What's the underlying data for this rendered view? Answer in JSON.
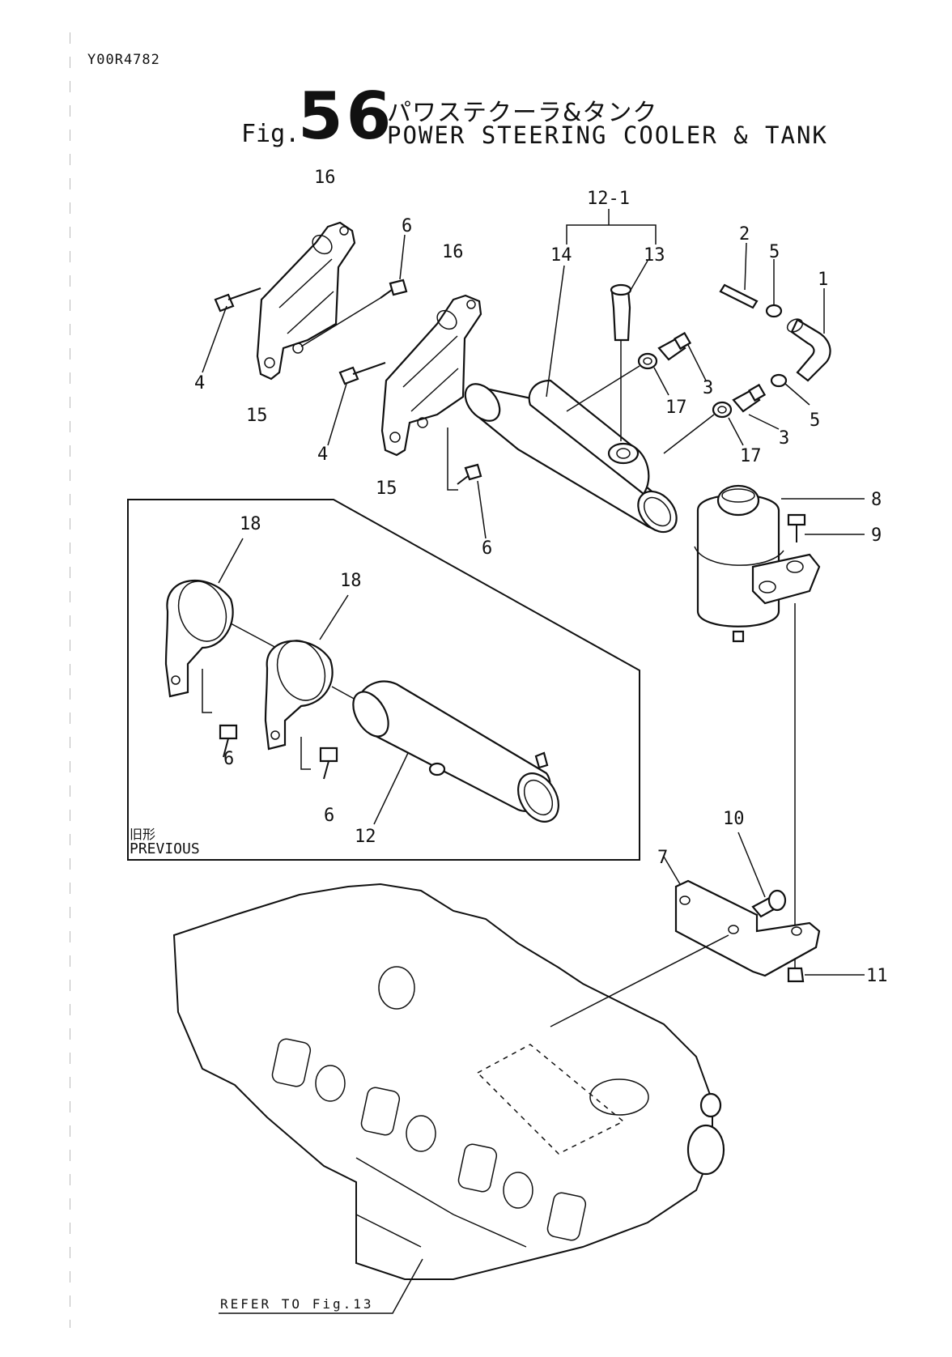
{
  "doc_id": "Y00R4782",
  "figure": {
    "prefix": "Fig.",
    "number": "56",
    "title_jp": "パワステクーラ&タンク",
    "title_en": "POWER STEERING COOLER & TANK"
  },
  "callouts": {
    "p1": "1",
    "p2": "2",
    "p3a": "3",
    "p3b": "3",
    "p4a": "4",
    "p4b": "4",
    "p5a": "5",
    "p5b": "5",
    "p6a": "6",
    "p6b": "6",
    "p6c": "6",
    "p6d": "6",
    "p7": "7",
    "p8": "8",
    "p9": "9",
    "p10": "10",
    "p11": "11",
    "p12": "12",
    "p12_1": "12-1",
    "p13": "13",
    "p14": "14",
    "p15a": "15",
    "p15b": "15",
    "p16a": "16",
    "p16b": "16",
    "p17a": "17",
    "p17b": "17",
    "p18a": "18",
    "p18b": "18"
  },
  "previous_box": {
    "label_jp": "旧形",
    "label_en": "PREVIOUS"
  },
  "reference": "REFER TO Fig.13"
}
